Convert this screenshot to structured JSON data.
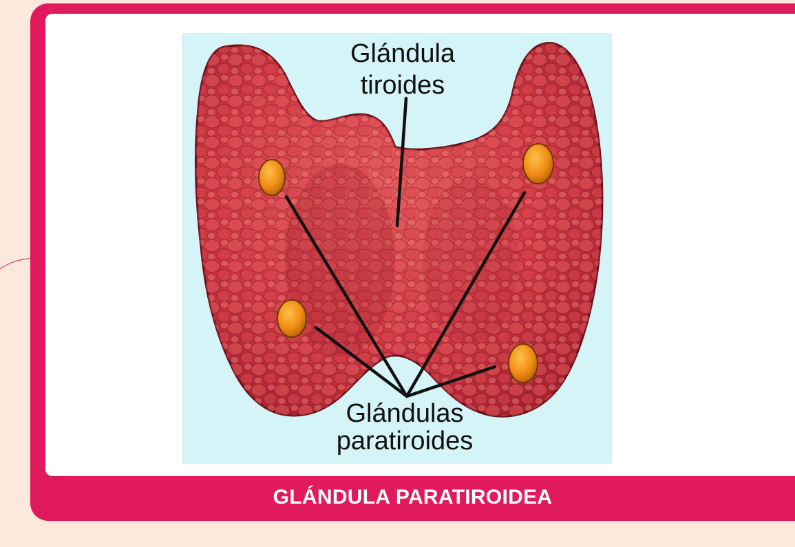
{
  "figure": {
    "label_thyroid_line1": "Glándula",
    "label_thyroid_line2": "tiroides",
    "label_parathyroid_line1": "Glándulas",
    "label_parathyroid_line2": "paratiroides"
  },
  "caption": "GLÁNDULA PARATIROIDEA",
  "colors": {
    "accent": "#e11a5d",
    "page_background": "#fce9db",
    "figure_background": "#d4f4f8",
    "thyroid": "#c8323f",
    "parathyroid": "#e58a10"
  }
}
